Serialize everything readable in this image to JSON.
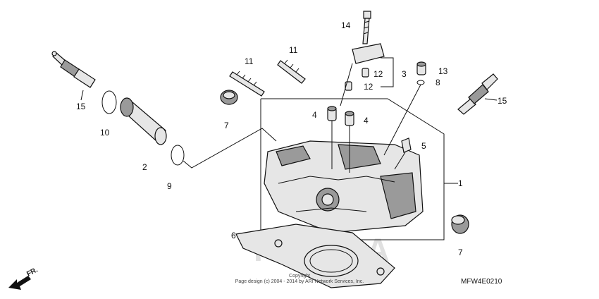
{
  "callouts": {
    "c1": "1",
    "c2": "2",
    "c3": "3",
    "c4a": "4",
    "c4b": "4",
    "c5": "5",
    "c6": "6",
    "c7a": "7",
    "c7b": "7",
    "c8": "8",
    "c9": "9",
    "c10": "10",
    "c11a": "11",
    "c11b": "11",
    "c12a": "12",
    "c12b": "12",
    "c13": "13",
    "c14": "14",
    "c15a": "15",
    "c15b": "15"
  },
  "footer": {
    "copyright_1": "Copyright",
    "copyright_2": "Page design (c) 2004 - 2014 by ARI Network Services, Inc.",
    "diagram_code": "MFW4E0210",
    "direction": "FR."
  },
  "watermark": "HONDA",
  "colors": {
    "ink": "#111111",
    "part_fill": "#e6e6e6",
    "shade": "#9a9a9a",
    "watermark": "#bdbdbd"
  }
}
